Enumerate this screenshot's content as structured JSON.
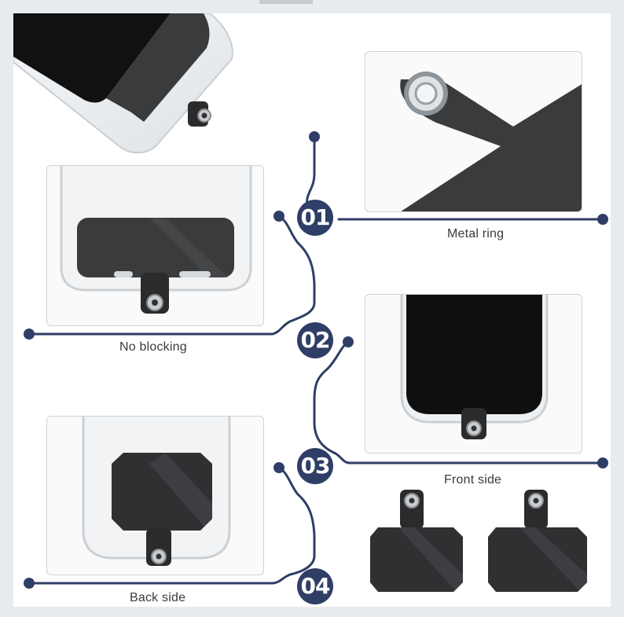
{
  "steps": [
    {
      "number": "01",
      "caption": "Metal ring"
    },
    {
      "number": "02",
      "caption": "No blocking"
    },
    {
      "number": "03",
      "caption": "Front side"
    },
    {
      "number": "04",
      "caption": "Back side"
    }
  ],
  "colors": {
    "accent": "#2f3e66",
    "patch": "#3a3b3d",
    "background": "#ffffff",
    "frame": "#e9ecef"
  },
  "icons": {
    "phone_corner": "phone-in-clear-case-icon",
    "metal_ring": "metal-ring-closeup-icon",
    "case_bottom": "clear-case-bottom-icon",
    "phone_front": "phone-front-tether-icon",
    "back_patch": "patch-back-side-icon",
    "patch_pair": "tether-patch-pair-icon"
  }
}
